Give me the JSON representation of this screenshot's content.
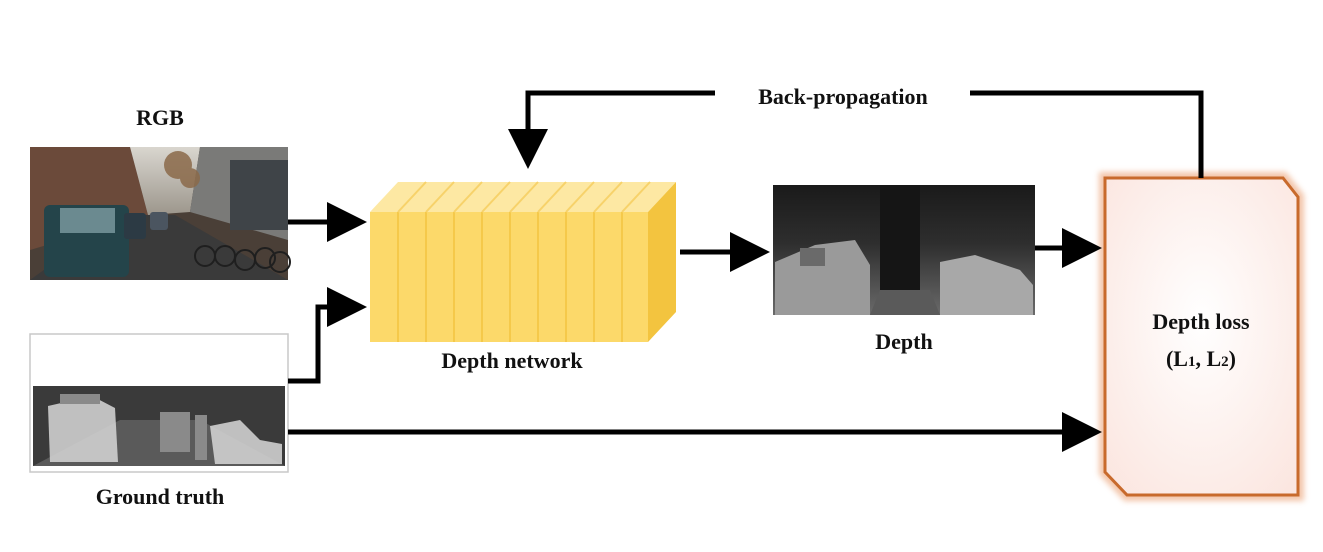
{
  "labels": {
    "rgb": "RGB",
    "ground_truth": "Ground truth",
    "depth_network": "Depth network",
    "depth": "Depth",
    "depth_loss": "Depth loss",
    "loss_open": "(L",
    "loss_sub1": "1",
    "loss_sep": ", L",
    "loss_sub2": "2",
    "loss_close": ")",
    "backprop": "Back-propagation"
  },
  "colors": {
    "network_front": "#fcd96a",
    "network_side": "#f3c43f",
    "network_top": "#fde8a3",
    "loss_border": "#c86a2c",
    "arrow": "#000000"
  }
}
